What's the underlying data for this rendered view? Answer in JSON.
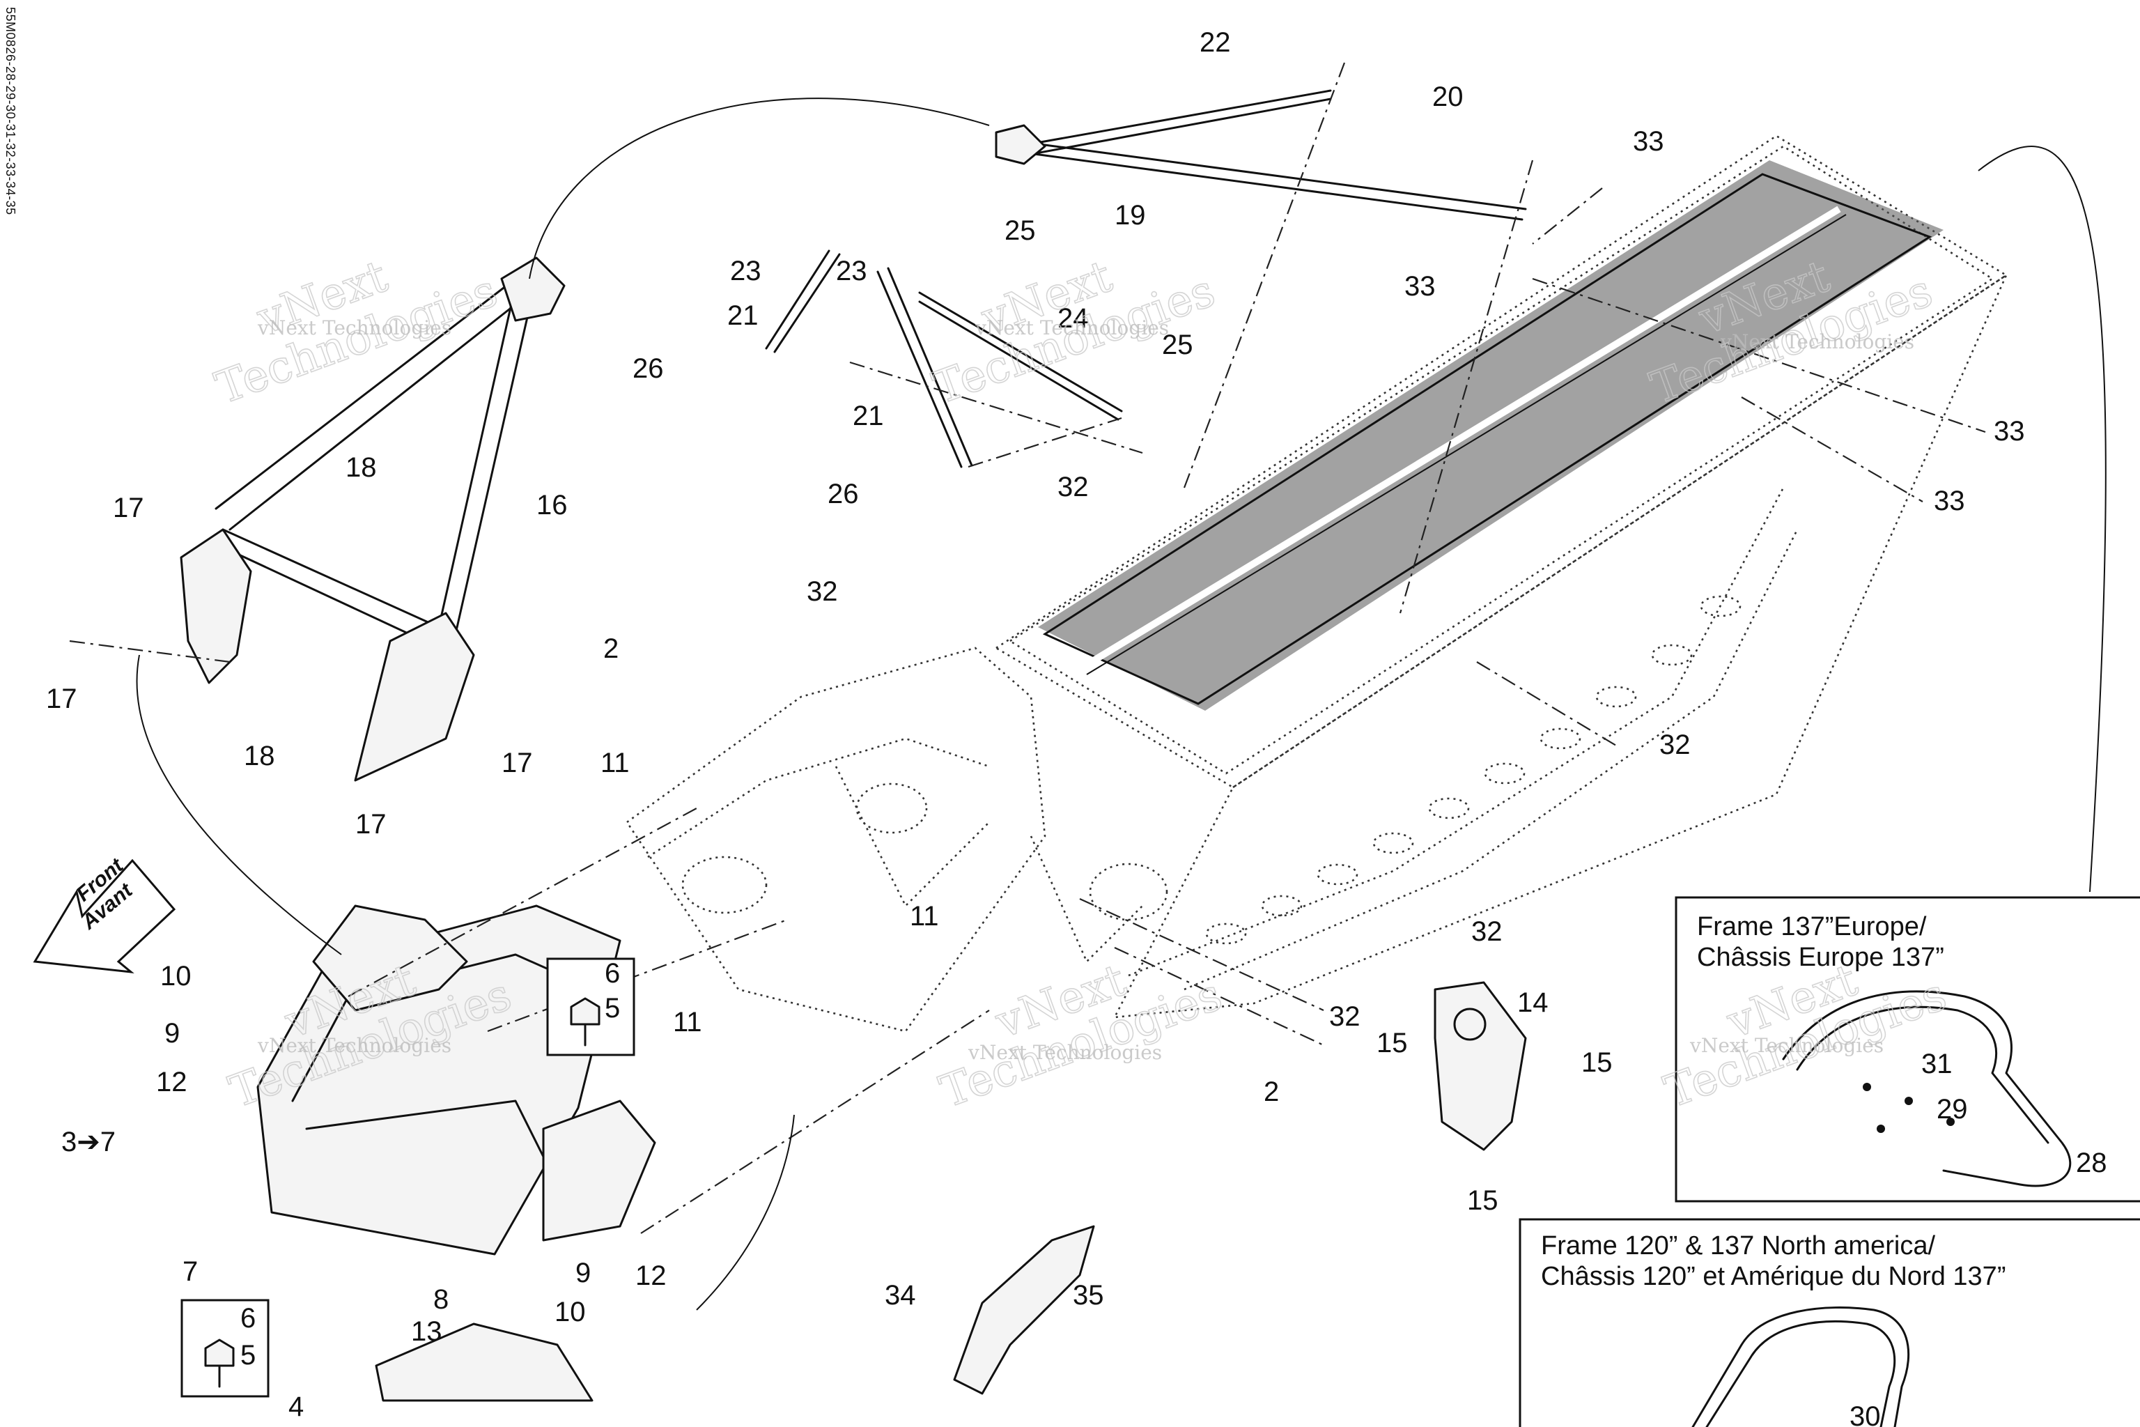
{
  "drawing_code": "55M0826-28-29-30-31-32-33-34-35",
  "watermark": {
    "line1": "vNext",
    "line2": "Technologies",
    "small": "vNext Technologies"
  },
  "front_label": {
    "line1": "Front",
    "line2": "Avant"
  },
  "inset_europe": {
    "title_line1": "Frame 137”Europe/",
    "title_line2": "Châssis Europe 137”"
  },
  "inset_north_america": {
    "title_line1": "Frame 120” & 137 North america/",
    "title_line2": "Châssis 120” et Amérique du Nord 137”"
  },
  "callouts": {
    "c2a": "2",
    "c2b": "2",
    "c3to7": "3➔7",
    "c4": "4",
    "c5a": "5",
    "c5b": "5",
    "c6a": "6",
    "c6b": "6",
    "c7": "7",
    "c8": "8",
    "c9a": "9",
    "c9b": "9",
    "c10a": "10",
    "c10b": "10",
    "c11a": "11",
    "c11b": "11",
    "c11c": "11",
    "c12a": "12",
    "c12b": "12",
    "c13": "13",
    "c14": "14",
    "c15a": "15",
    "c15b": "15",
    "c15c": "15",
    "c16": "16",
    "c17a": "17",
    "c17b": "17",
    "c17c": "17",
    "c17d": "17",
    "c18a": "18",
    "c18b": "18",
    "c19": "19",
    "c20": "20",
    "c21a": "21",
    "c21b": "21",
    "c22": "22",
    "c23a": "23",
    "c23b": "23",
    "c24": "24",
    "c25a": "25",
    "c25b": "25",
    "c26a": "26",
    "c26b": "26",
    "c28": "28",
    "c29": "29",
    "c30": "30",
    "c31": "31",
    "c32a": "32",
    "c32b": "32",
    "c32c": "32",
    "c32d": "32",
    "c32e": "32",
    "c33a": "33",
    "c33b": "33",
    "c33c": "33",
    "c33d": "33",
    "c34": "34",
    "c35": "35"
  }
}
